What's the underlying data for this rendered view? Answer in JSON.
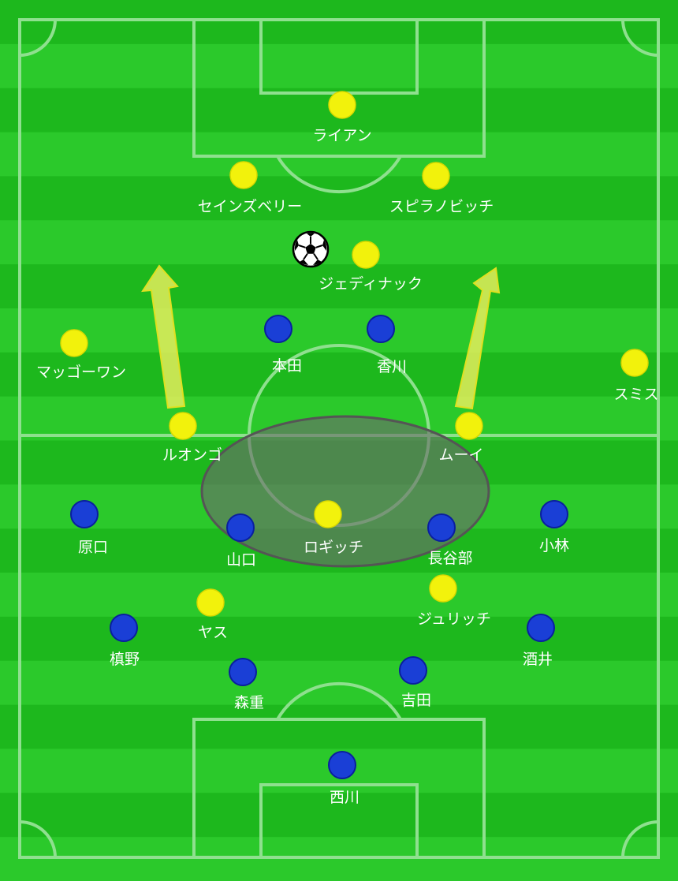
{
  "colors": {
    "stripe_dark": "#1db81d",
    "stripe_light": "#2bc92b",
    "lines": "#8fe08f",
    "yellow_team": "#f2f20c",
    "blue_team": "#1a3fd6",
    "arrow": "#f0f060",
    "label": "#ffffff"
  },
  "players": {
    "yellow": [
      {
        "id": "ryan",
        "name": "ライアン"
      },
      {
        "id": "sainsbury",
        "name": "セインズベリー"
      },
      {
        "id": "spiranovic",
        "name": "スピラノビッチ"
      },
      {
        "id": "jedinak",
        "name": "ジェディナック"
      },
      {
        "id": "mcgowan",
        "name": "マッゴーワン"
      },
      {
        "id": "smith",
        "name": "スミス"
      },
      {
        "id": "luongo",
        "name": "ルオンゴ"
      },
      {
        "id": "mooy",
        "name": "ムーイ"
      },
      {
        "id": "rogic",
        "name": "ロギッチ"
      },
      {
        "id": "jurman",
        "name": "ジュリッチ"
      },
      {
        "id": "yasu",
        "name": "ヤス"
      }
    ],
    "blue": [
      {
        "id": "honda",
        "name": "本田"
      },
      {
        "id": "kagawa",
        "name": "香川"
      },
      {
        "id": "haraguchi",
        "name": "原口"
      },
      {
        "id": "yamaguchi",
        "name": "山口"
      },
      {
        "id": "hasebe",
        "name": "長谷部"
      },
      {
        "id": "kobayashi",
        "name": "小林"
      },
      {
        "id": "makino",
        "name": "槙野"
      },
      {
        "id": "sakai",
        "name": "酒井"
      },
      {
        "id": "morishige",
        "name": "森重"
      },
      {
        "id": "yoshida",
        "name": "吉田"
      },
      {
        "id": "nishikawa",
        "name": "西川"
      }
    ]
  }
}
